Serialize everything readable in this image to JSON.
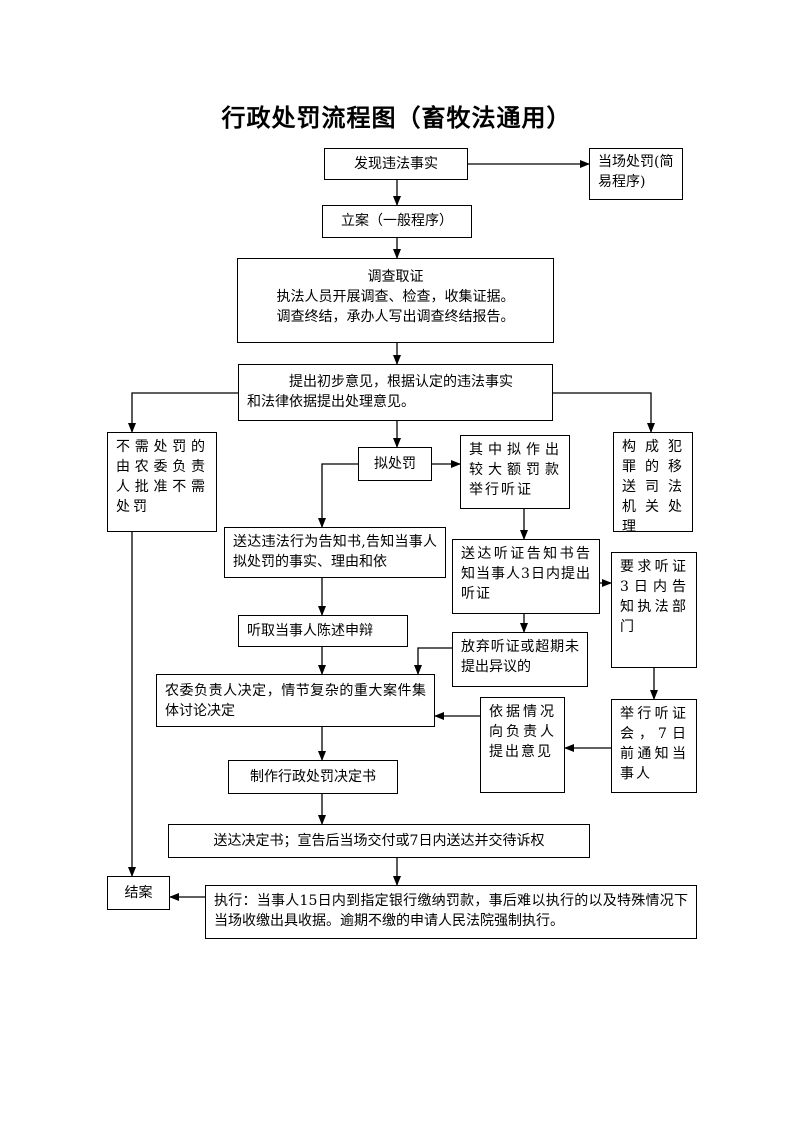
{
  "title": "行政处罚流程图（畜牧法通用）",
  "boxes": {
    "discover": "发现违法事实",
    "onsite": "当场处罚(简易程序)",
    "filing": "立案（一般程序）",
    "investigate": {
      "line1": "调查取证",
      "line2": "执法人员开展调查、检查，收集证据。",
      "line3": "调查终结，承办人写出调查终结报告。"
    },
    "opinion": {
      "line1": "提出初步意见，根据认定的违法事实",
      "line2": "和法律依据提出处理意见。"
    },
    "no_penalty": "不需处罚的由农委负责人批准不需处罚",
    "crime": "构成犯罪的移送司法机关处理",
    "proposed": "拟处罚",
    "large_fine": "其中拟作出较大额罚款举行听证",
    "notice_violation": "送达违法行为告知书,告知当事人拟处罚的事实、理由和依",
    "hearing_notice": "送达听证告知书告知当事人3日内提出听证",
    "request_hearing": "要求听证3日内告知执法部门",
    "statement": "听取当事人陈述申辩",
    "waive": "放弃听证或超期未提出异议的",
    "decision": "农委负责人决定，情节复杂的重大案件集体讨论决定",
    "report": "依据情况向负责人提出意见",
    "hold_hearing": "举行听证会，7日前通知当事人",
    "make_decision": "制作行政处罚决定书",
    "deliver": "送达决定书；宣告后当场交付或7日内送达并交待诉权",
    "close": "结案",
    "execute": "执行：当事人15日内到指定银行缴纳罚款，事后难以执行的以及特殊情况下当场收缴出具收据。逾期不缴的申请人民法院强制执行。"
  },
  "colors": {
    "stroke": "#000000",
    "background": "#ffffff"
  }
}
